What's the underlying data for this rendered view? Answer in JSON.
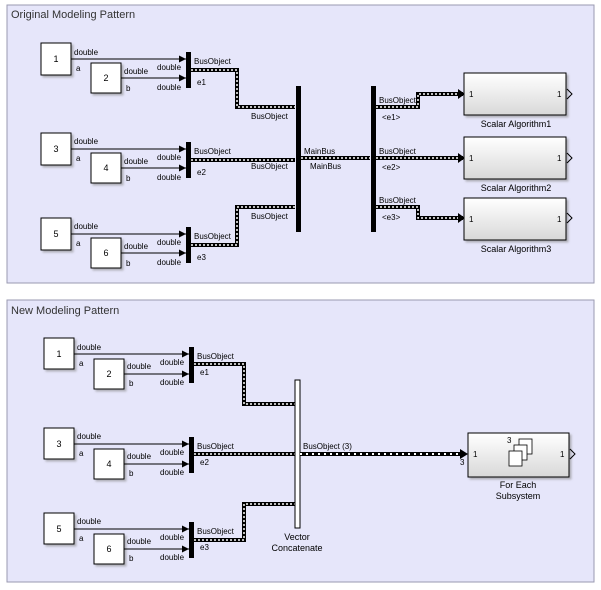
{
  "areas": {
    "original_title": "Original Modeling Pattern",
    "new_title": "New Modeling Pattern"
  },
  "labels": {
    "double": "double",
    "a": "a",
    "b": "b",
    "bus_object": "BusObject",
    "main_bus": "MainBus",
    "e1": "e1",
    "e2": "e2",
    "e3": "e3",
    "sel_e1": "<e1>",
    "sel_e2": "<e2>",
    "sel_e3": "<e3>",
    "bus_vector": "BusObject (3)",
    "port_in": "1",
    "port_out": "1",
    "dim3": "3"
  },
  "inports": {
    "orig": [
      "1",
      "2",
      "3",
      "4",
      "5",
      "6"
    ],
    "new": [
      "1",
      "2",
      "3",
      "4",
      "5",
      "6"
    ]
  },
  "blocks": {
    "algo1": "Scalar Algorithm1",
    "algo2": "Scalar Algorithm2",
    "algo3": "Scalar Algorithm3",
    "vector_concat_line1": "Vector",
    "vector_concat_line2": "Concatenate",
    "for_each_line1": "For Each",
    "for_each_line2": "Subsystem"
  },
  "colors": {
    "area_fill": "#e6e6fa",
    "area_border": "#9a9ab0",
    "line": "#000000"
  }
}
